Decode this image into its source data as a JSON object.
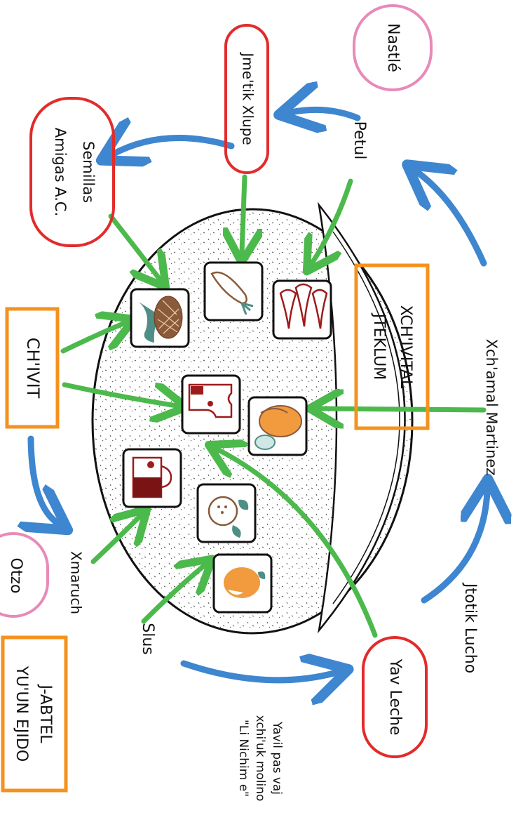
{
  "labels": {
    "nastle": "Nastlé",
    "petul": "Petul",
    "jmetik_xlupe": "Jme'tik Xlupe",
    "semillas_line1": "Semillas",
    "semillas_line2": "Amigas A.C.",
    "chivit": "CH'IVIT",
    "xmaruch": "Xmaruch",
    "otzo": "Otzo",
    "slus": "Slus",
    "jabtel_line1": "J-ABTEL",
    "jabtel_line2": "YU'UN EJIDO",
    "yavil_line1": "Yavil pas vaj",
    "yavil_line2": "xchi'uk molino",
    "yavil_line3": "\"Li Nichim e\"",
    "yav_leche": "Yav Leche",
    "jtotik_lucho": "Jtotik Lucho",
    "xchamal_martinez": "Xch'amal Martinez",
    "xchivital_line1": "XCH'IVITAL",
    "xchivital_line2": "JTEKLUM"
  },
  "icons": {
    "fish": "fish-icon",
    "carrot": "carrot-icon",
    "corn": "corn-icon",
    "meat": "meat-icon",
    "bread": "bread-icon",
    "drink": "drink-icon",
    "coconut": "coconut-icon",
    "orange": "orange-icon"
  },
  "colors": {
    "pink_outline": "#e88ab8",
    "red_outline": "#e22b2b",
    "orange_outline": "#f4921e",
    "blue_arrow": "#3e86cf",
    "green_arrow": "#4cb94c",
    "icon_red": "#9e1b1b",
    "icon_brown": "#8a5a3a",
    "icon_orange": "#f19a3e",
    "icon_teal": "#4f8e84"
  }
}
